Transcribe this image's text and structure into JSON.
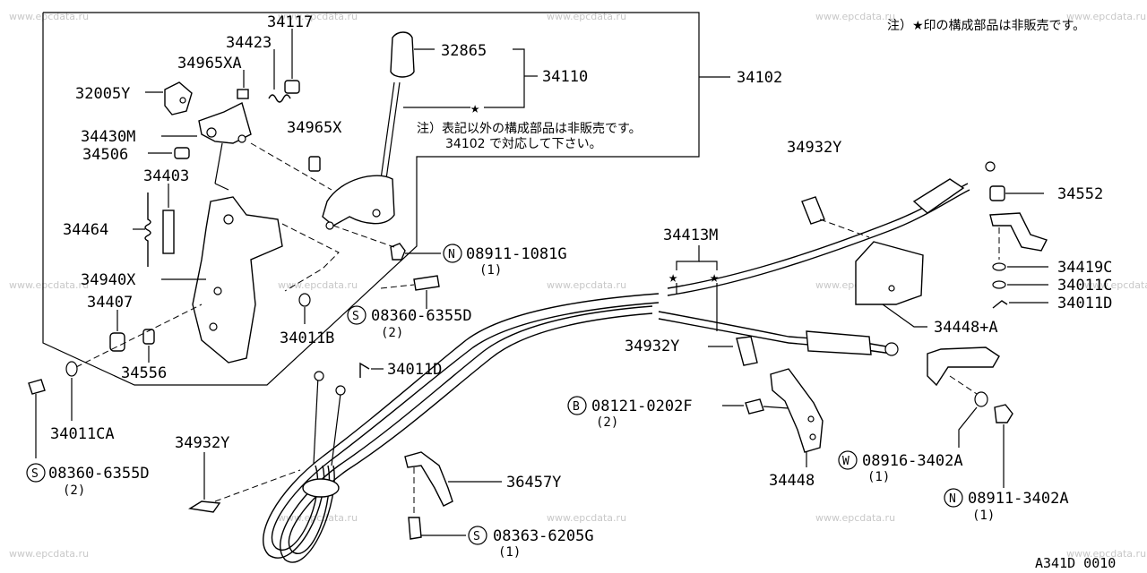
{
  "header_note": "注）★印の構成部品は非販売です。",
  "diagram_code": "A341D 0010",
  "watermark": "www.epcdata.ru",
  "box_note": {
    "line1": "注）表記以外の構成部品は非販売です。",
    "line2": "34102 で対応して下さい。"
  },
  "parts": {
    "p34117": "34117",
    "p34423": "34423",
    "p34965xa": "34965XA",
    "p32005y": "32005Y",
    "p32865": "32865",
    "p34110": "34110",
    "p34102": "34102",
    "p34430m": "34430M",
    "p34965x": "34965X",
    "p34506": "34506",
    "p34403": "34403",
    "p34464": "34464",
    "p34940x": "34940X",
    "p34407": "34407",
    "p34556": "34556",
    "p34011ca": "34011CA",
    "p34011b": "34011B",
    "p34011d_a": "34011D",
    "p34932y_top": "34932Y",
    "p34552": "34552",
    "p34413m": "34413M",
    "p34419c": "34419C",
    "p34011c": "34011C",
    "p34011d_b": "34011D",
    "p34448a": "34448+A",
    "p34932y_mid": "34932Y",
    "p34932y_low": "34932Y",
    "p36457y": "36457Y",
    "p34448": "34448"
  },
  "fasteners": {
    "n1": {
      "prefix": "N",
      "code": "08911-1081G",
      "qty": "(1)"
    },
    "s1": {
      "prefix": "S",
      "code": "08360-6355D",
      "qty": "(2)"
    },
    "s2": {
      "prefix": "S",
      "code": "08360-6355D",
      "qty": "(2)"
    },
    "b1": {
      "prefix": "B",
      "code": "08121-0202F",
      "qty": "(2)"
    },
    "w1": {
      "prefix": "W",
      "code": "08916-3402A",
      "qty": "(1)"
    },
    "n2": {
      "prefix": "N",
      "code": "08911-3402A",
      "qty": "(1)"
    },
    "s3": {
      "prefix": "S",
      "code": "08363-6205G",
      "qty": "(1)"
    }
  }
}
